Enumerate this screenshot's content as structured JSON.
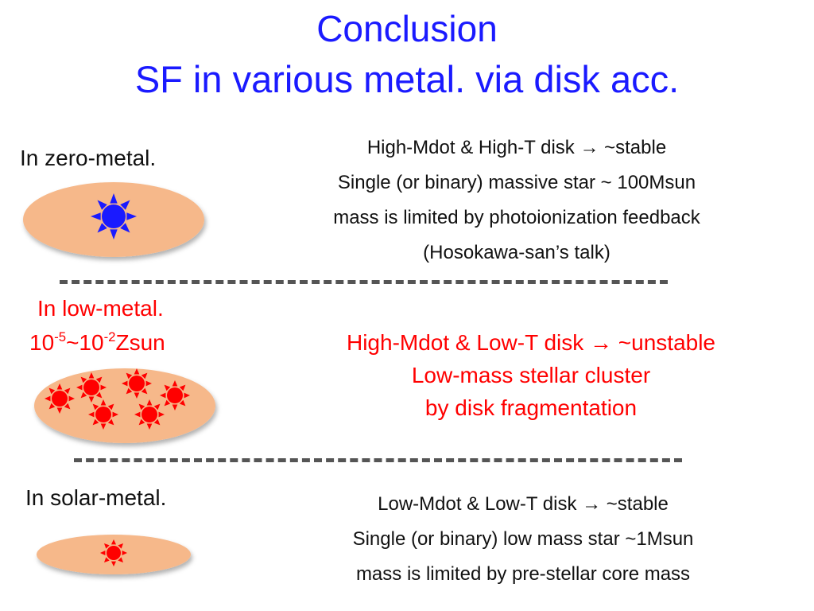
{
  "title": {
    "line1": "Conclusion",
    "line2": "SF in various metal. via disk acc."
  },
  "sections": {
    "zero_metal": {
      "label": "In zero-metal.",
      "lines": [
        "High-Mdot & High-T disk → ~stable",
        "Single (or binary) massive star ~ 100Msun",
        "mass is limited by photoionization feedback",
        "(Hosokawa-san’s talk)"
      ],
      "star_color": "#1a1aff"
    },
    "low_metal": {
      "label": "In low-metal.",
      "range_prefix": "10",
      "range_exp1": "-5",
      "range_mid": "~10",
      "range_exp2": "-2",
      "range_suffix": "Zsun",
      "lines": [
        "High-Mdot & Low-T disk → ~unstable",
        "Low-mass stellar cluster",
        "by disk fragmentation"
      ],
      "star_color": "#ff0000"
    },
    "solar_metal": {
      "label": "In solar-metal.",
      "lines": [
        "Low-Mdot & Low-T disk → ~stable",
        "Single (or binary) low mass star ~1Msun",
        "mass is limited by pre-stellar core mass"
      ],
      "star_color": "#ff0000"
    }
  },
  "colors": {
    "title": "#1a1aff",
    "disk_fill": "#f6b88a",
    "emphasis": "#ff0000",
    "divider": "#555555"
  }
}
